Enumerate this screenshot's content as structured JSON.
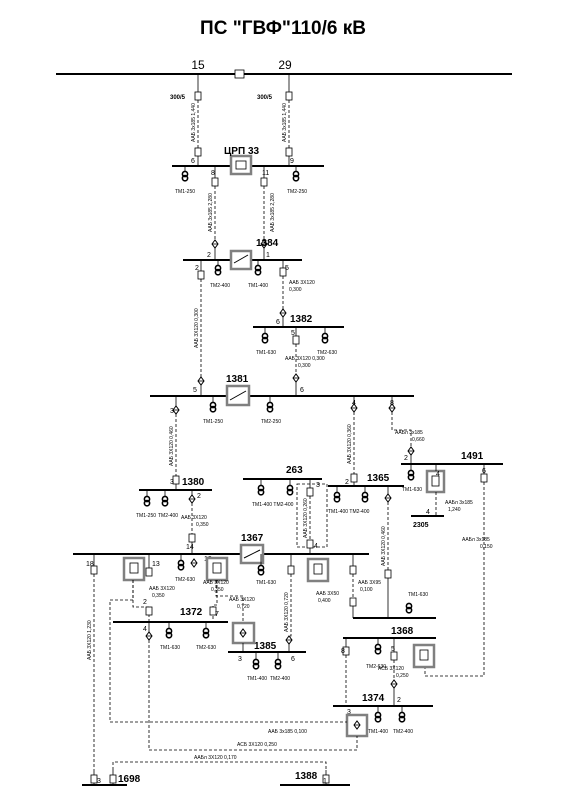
{
  "title": "ПС \"ГВФ\"110/6 кВ",
  "source_feeders": {
    "left": "15",
    "right": "29"
  },
  "ct_ratings": {
    "left": "300/5",
    "right": "300/5"
  },
  "buses": {
    "crp33": "ЦРП 33",
    "b1384": "1384",
    "b1382": "1382",
    "b1381": "1381",
    "b1380": "1380",
    "b263": "263",
    "b1365": "1365",
    "b1491": "1491",
    "b1367": "1367",
    "b1372": "1372",
    "b1385": "1385",
    "b1368": "1368",
    "b1374": "1374",
    "b1698": "1698",
    "b1388": "1388",
    "b2305": "2305"
  },
  "feeder_numbers": {
    "f6": "6",
    "f9": "9",
    "f8": "8",
    "f11": "11",
    "f2a": "2",
    "f1a": "1",
    "f5a": "5",
    "f6b": "6",
    "f5b": "5",
    "f5c": "5",
    "f6c": "6",
    "f3a": "3",
    "f4a": "4",
    "f8a": "8",
    "f3b": "3",
    "f2b": "2",
    "f3c": "3",
    "f2c": "2",
    "f4b": "4",
    "f2d": "2",
    "f4c": "4",
    "f6d": "6",
    "f18": "18",
    "f13": "13",
    "f14": "14",
    "f12": "12",
    "f4d": "4",
    "f4e": "4",
    "f2e": "2",
    "f7": "7",
    "f4f": "4",
    "f3d": "3",
    "f6e": "6",
    "f8b": "8",
    "f5d": "5",
    "f3e": "3",
    "f2f": "2",
    "f3f": "3",
    "f1b": "1"
  },
  "transformers": {
    "crp_left": "ТМ1-250",
    "crp_right": "ТМ2-250",
    "t1384_a": "ТМ2-400",
    "t1384_b": "ТМ1-400",
    "t1382_a": "ТМ1-630",
    "t1382_b": "ТМ2-630",
    "t1381_a": "ТМ1-250",
    "t1381_b": "ТМ2-250",
    "t1380_a": "ТМ1-250",
    "t1380_b": "ТМ2-400",
    "t263": "ТМ1-400 ТМ2-400",
    "t1365": "ТМ1-400 ТМ2-400",
    "t1491": "ТМ1-630",
    "t1367_a": "ТМ2-630",
    "t1367_b": "ТМ1-630",
    "t1372_a": "ТМ1-630",
    "t1372_b": "ТМ2-630",
    "t1385_a": "ТМ1-400",
    "t1385_b": "ТМ2-400",
    "t1368_a": "ТМ1-630",
    "t1368_b": "ТМ2-630",
    "t1374_a": "ТМ1-400",
    "t1374_b": "ТМ2-400"
  },
  "cables": {
    "c1": "ААБ 3х185 1,440",
    "c2": "ААБ 3х185 1,440",
    "c3": "ААБ 3х185 2,280",
    "c4": "ААБ 3х185 2,280",
    "c5": "ААБ 3Х120",
    "c5b": "0,300",
    "c6": "ААБ 3Х120 0,300",
    "c7": "ААБ 3Х120 0,300",
    "c8": "ААБ 3Х120 0,460",
    "c9": "ААБ 3Х120 0,360",
    "c10": "ААБл 3х185",
    "c10b": "0,660",
    "c11": "ААБ 3Х120",
    "c11b": "0,350",
    "c12": "ААБ 3Х120 0,260",
    "c13": "ААБл 3х185",
    "c13b": "1,240",
    "c14": "ААБл 3х185",
    "c14b": "0,150",
    "c15": "ААБ 3Х120 0,460",
    "c16": "ААБ 3Х120",
    "c16b": "0,350",
    "c17": "ААБ 3Х120",
    "c17b": "0,350",
    "c18": "ААБ 3Х120",
    "c18b": "0,720",
    "c19": "ААБ 3Х50",
    "c19b": "0,400",
    "c20": "ААБ 3Х95",
    "c20b": "0,100",
    "c21": "ААБ 3Х120 0,720",
    "c22": "ААБ 3Х120 1,230",
    "c23": "АСБ 3Х120",
    "c23b": "0,250",
    "c24": "ААБ 3х185 0,100",
    "c25": "АСБ 3Х120 0,250",
    "c26": "ААБл 3Х120 0,170"
  },
  "colors": {
    "line": "#000000",
    "switch_box": "#808080",
    "background": "#ffffff"
  }
}
